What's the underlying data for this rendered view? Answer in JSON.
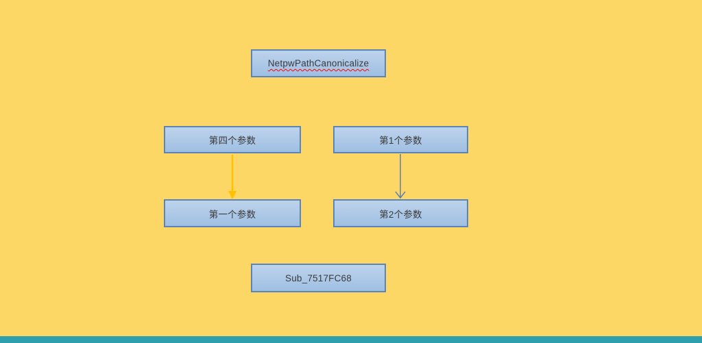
{
  "diagram": {
    "nodes": [
      {
        "id": "netpw",
        "label": "NetpwPathCanonicalize",
        "spellcheck_underline": true
      },
      {
        "id": "arg4",
        "label": "第四个参数",
        "spellcheck_underline": false
      },
      {
        "id": "arg1",
        "label": "第1个参数",
        "spellcheck_underline": false
      },
      {
        "id": "first",
        "label": "第一个参数",
        "spellcheck_underline": false
      },
      {
        "id": "arg2",
        "label": "第2个参数",
        "spellcheck_underline": false
      },
      {
        "id": "sub",
        "label": "Sub_7517FC68",
        "spellcheck_underline": false
      }
    ],
    "connectors": [
      {
        "from": "第四个参数",
        "to": "第一个参数",
        "direction": "down",
        "head": "solid-triangle",
        "color_key": "connector-gold"
      },
      {
        "from": "第1个参数",
        "to": "第2个参数",
        "direction": "down",
        "head": "open-v",
        "color_key": "connector-blue"
      }
    ],
    "colors": {
      "background": "#FCD766",
      "node-fill-top": "#BDD3EC",
      "node-fill-bottom": "#9FBFE2",
      "node-border": "#5C84B6",
      "text": "#3A3A3A",
      "spellcheck": "#FF0000",
      "connector-gold": "#FFC000",
      "connector-blue": "#5E7DB0",
      "bottom-bar": "#2E9FAC"
    }
  }
}
